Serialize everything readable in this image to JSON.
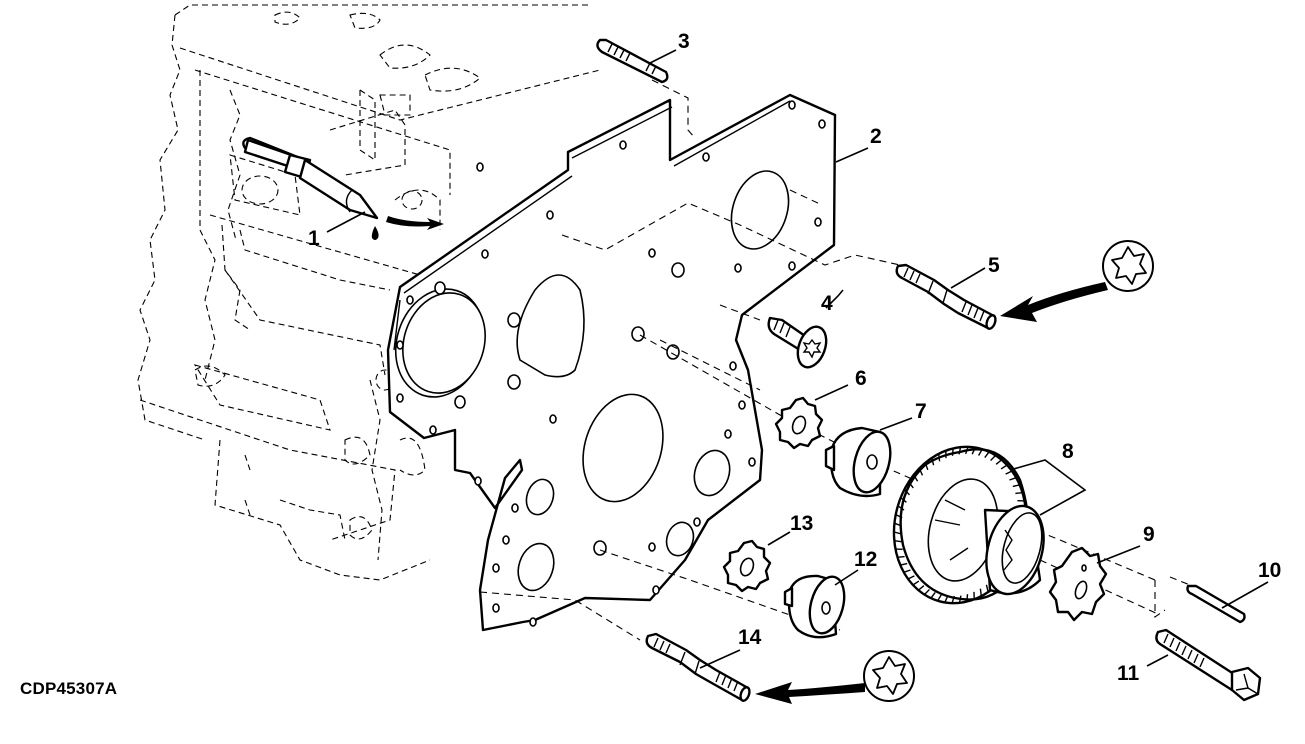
{
  "figure": {
    "id": "CDP45307A",
    "description": "Exploded view: engine front plate, idler gears and fasteners"
  },
  "callouts": [
    {
      "number": "1",
      "part": "sealant-applicator"
    },
    {
      "number": "2",
      "part": "front-plate"
    },
    {
      "number": "3",
      "part": "stud"
    },
    {
      "number": "4",
      "part": "torx-screw"
    },
    {
      "number": "5",
      "part": "stud-shaft-upper"
    },
    {
      "number": "6",
      "part": "thrust-washer-upper"
    },
    {
      "number": "7",
      "part": "idler-hub-upper"
    },
    {
      "number": "8",
      "part": "idler-gear-with-bushing"
    },
    {
      "number": "9",
      "part": "thrust-washer-large"
    },
    {
      "number": "10",
      "part": "pin"
    },
    {
      "number": "11",
      "part": "flange-bolt"
    },
    {
      "number": "12",
      "part": "idler-hub-lower"
    },
    {
      "number": "13",
      "part": "thrust-washer-lower"
    },
    {
      "number": "14",
      "part": "stud-shaft-lower"
    }
  ],
  "icons": [
    {
      "name": "torx-drive-icon",
      "points_to": "5"
    },
    {
      "name": "torx-drive-icon",
      "points_to": "14"
    },
    {
      "name": "sealant-drop-icon",
      "points_to": "1"
    }
  ],
  "colors": {
    "ink": "#000000",
    "background": "#ffffff"
  }
}
